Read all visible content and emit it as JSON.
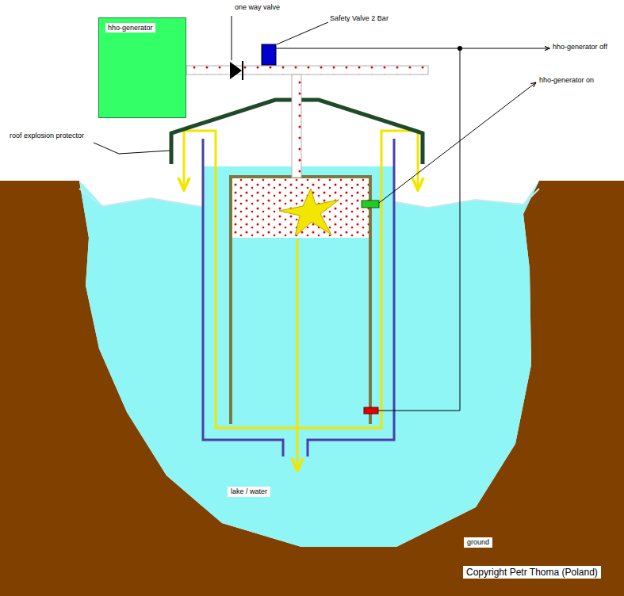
{
  "diagram": {
    "nodes": [
      {
        "text": [
          "hho-generator"
        ]
      }
    ],
    "labels": [
      "one way valve",
      "Safety Valve 2 Bar",
      "hho-generator off",
      "hho-generator on",
      "roof explosion protector",
      "lake / water",
      "ground",
      "Copyright Petr Thoma (Poland)"
    ]
  }
}
